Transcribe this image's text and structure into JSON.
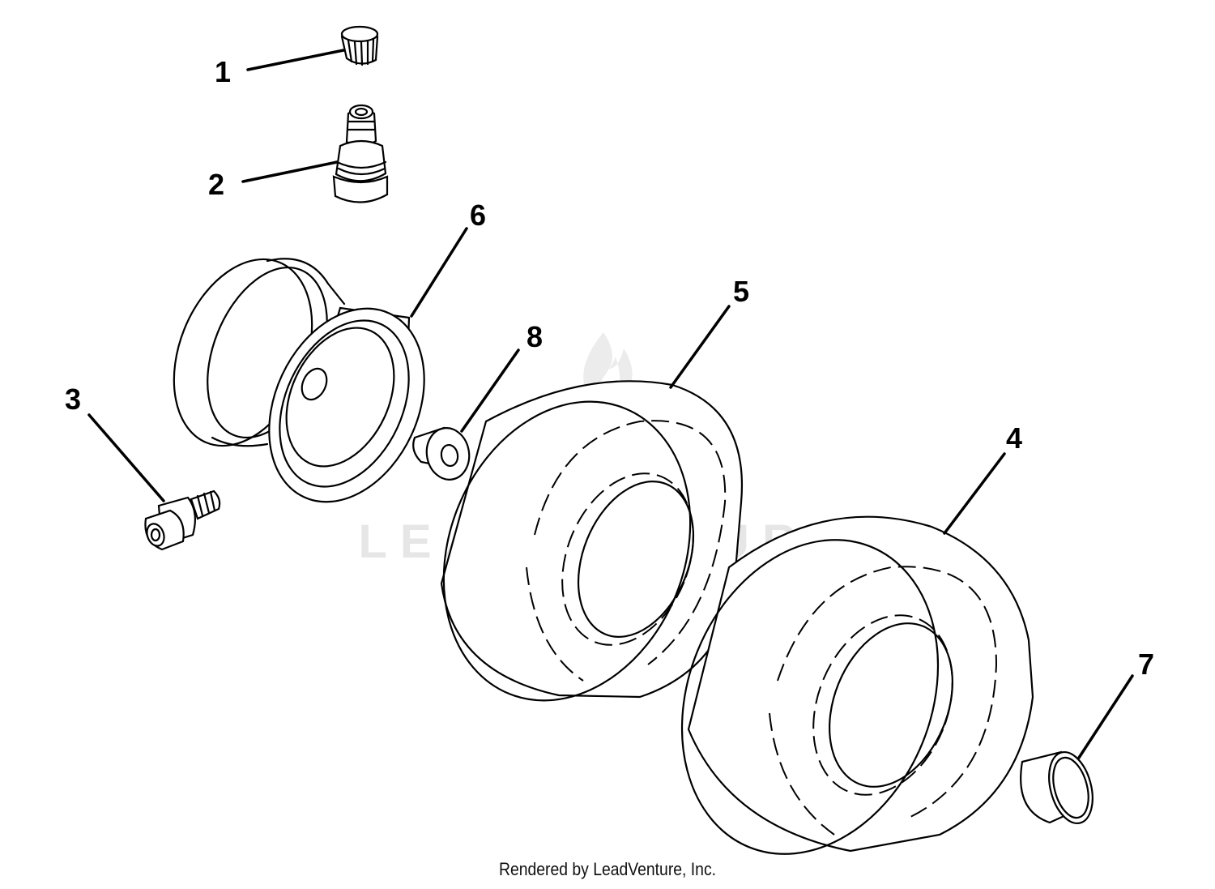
{
  "watermark": {
    "text": "LEADVENTURE"
  },
  "callouts": [
    {
      "id": "1",
      "part": "valve-cap"
    },
    {
      "id": "2",
      "part": "valve-stem"
    },
    {
      "id": "3",
      "part": "grease-fitting"
    },
    {
      "id": "4",
      "part": "tire-outer"
    },
    {
      "id": "5",
      "part": "tire-inner"
    },
    {
      "id": "6",
      "part": "rim"
    },
    {
      "id": "7",
      "part": "hub-cap"
    },
    {
      "id": "8",
      "part": "bearing"
    }
  ],
  "footer": {
    "credit": "Rendered by LeadVenture, Inc."
  }
}
